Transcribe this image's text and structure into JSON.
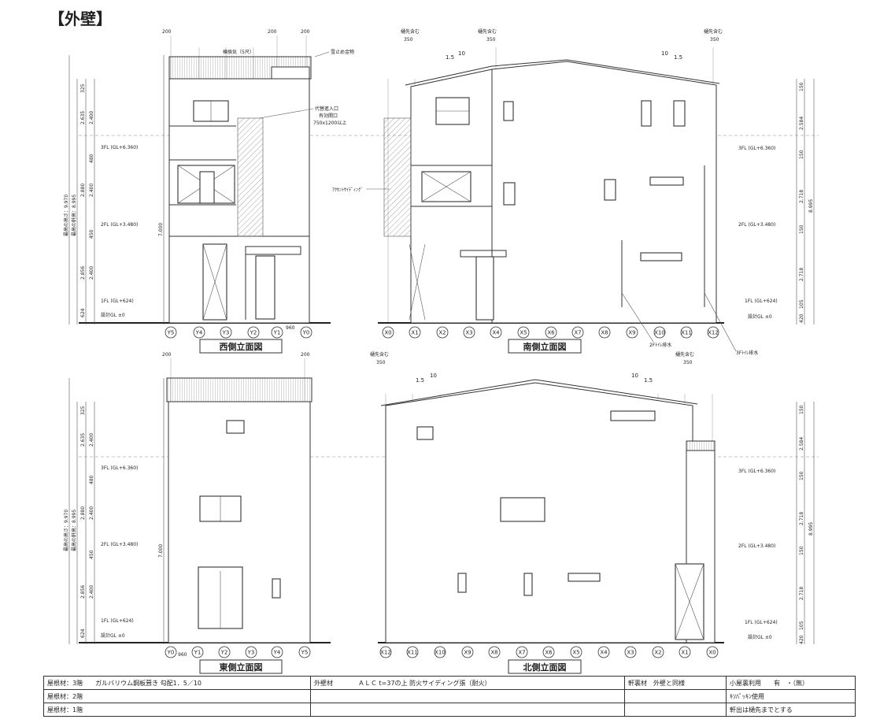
{
  "page_title": "【外壁】",
  "elevations": {
    "west": {
      "title": "西側立面図"
    },
    "south": {
      "title": "南側立面図"
    },
    "east": {
      "title": "東側立面図"
    },
    "north": {
      "title": "北側立面図"
    }
  },
  "top_grid_left": [
    "Y5",
    "Y4",
    "Y3",
    "Y2",
    "Y1",
    "Y0"
  ],
  "top_grid_right": [
    "X0",
    "X1",
    "X2",
    "X3",
    "X4",
    "X5",
    "X6",
    "X7",
    "X8",
    "X9",
    "X10",
    "X11",
    "X12"
  ],
  "bottom_grid_left": [
    "Y0",
    "Y1",
    "Y2",
    "Y3",
    "Y4",
    "Y5"
  ],
  "bottom_grid_right": [
    "X12",
    "X11",
    "X10",
    "X9",
    "X8",
    "X7",
    "X6",
    "X5",
    "X4",
    "X3",
    "X2",
    "X1",
    "X0"
  ],
  "grid_span_960": "960",
  "annotations": {
    "ventilator": "棟換気（5尺）",
    "snow_guard": "雪止め金物",
    "access_opening": "代替進入口",
    "effective_opening": "有効開口",
    "opening_size": "750x1200以上",
    "siding": "ｱｸｾﾝﾄｻｲﾃﾞｨﾝｸﾞ",
    "eaves_incl_1": "樋先含む",
    "eaves_incl_2": "樋先含む",
    "eaves_incl_3": "樋先含む",
    "eaves_incl_4": "樋先含む",
    "eaves_incl_5": "樋先含む",
    "gutter_2f": "2Fﾄｲﾚ排水",
    "gutter_3f": "3Fﾄｲﾚ排水",
    "w350": "350",
    "w200": "200",
    "pitch_a": "1.5",
    "pitch_b": "10"
  },
  "levels": {
    "fl3": "3FL (GL+6.360)",
    "fl2": "2FL (GL+3.480)",
    "fl1": "1FL (GL+624)",
    "gl": "設計GL ±0"
  },
  "dims_left": {
    "max_height": "最高の高さ：9.970",
    "eave_height": "最高の軒高：8.995",
    "d325": "325",
    "d2635": "2.635",
    "d2400a": "2.400",
    "d480": "480",
    "d2880": "2.880",
    "d2400b": "2.400",
    "d450": "450",
    "d2856": "2.856",
    "d2400c": "2.400",
    "d624": "624",
    "d7000": "7.000"
  },
  "dims_right": {
    "d150": "150",
    "d2584": "2.584",
    "d150b": "150",
    "d2718a": "2.718",
    "d150c": "150",
    "d2718b": "2.718",
    "d105": "105",
    "d420": "420",
    "d8995": "8.995"
  },
  "spec_table": {
    "r1c1": "屋根材：3階　　ガルバリウム鋼板葺き 勾配1．5／10",
    "r1c2": "外壁材　　　　ＡＬＣ t=37の上 防火サイディング張（耐火）",
    "r1c3": "軒裏材　外壁と同様",
    "r1c4": "小屋裏利用　　有　・（無）",
    "r2c1": "屋根材：2階",
    "r2c4": "ｷｿﾊﾟｯｷﾝ使用",
    "r3c1": "屋根材：1階",
    "r3c4": "軒出は樋先までとする"
  }
}
